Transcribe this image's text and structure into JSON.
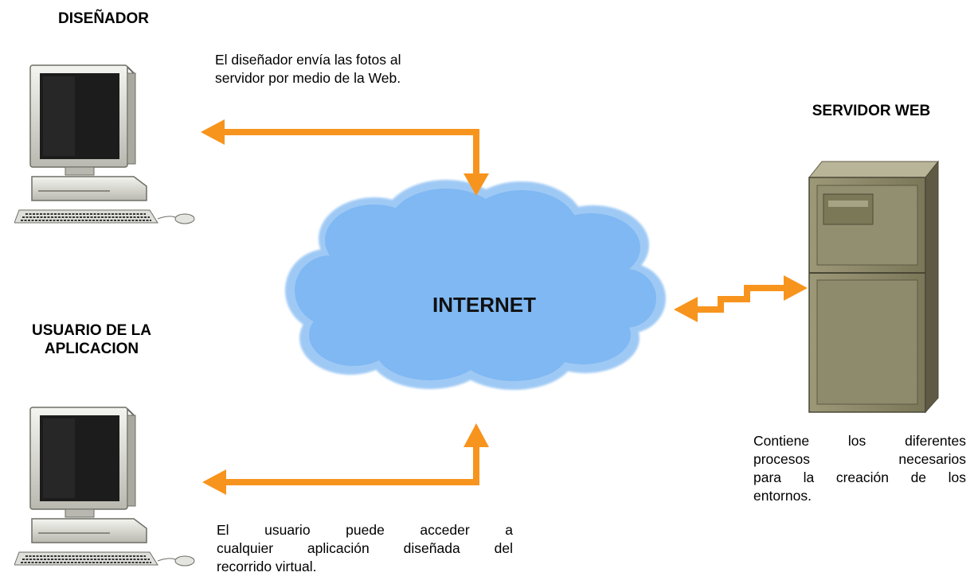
{
  "diagram": {
    "designer": {
      "title": "DISEÑADOR",
      "description_lines": [
        "El diseñador envía las fotos al",
        "servidor por medio de la Web."
      ]
    },
    "user": {
      "title_lines": [
        "USUARIO DE LA",
        "APLICACION"
      ],
      "description_lines": [
        "El usuario puede acceder a",
        "cualquier aplicación diseñada del",
        "recorrido virtual."
      ]
    },
    "server": {
      "title": "SERVIDOR WEB",
      "description_lines": [
        "Contiene los diferentes",
        "procesos necesarios",
        "para la creación de los",
        "entornos."
      ]
    },
    "cloud": {
      "label": "INTERNET"
    },
    "colors": {
      "arrow": "#f7941d",
      "cloud": "#7fb8f2",
      "server_body": "#8a8668",
      "monitor_screen": "#1c1c1c"
    },
    "icons": {
      "designer_computer": "desktop-computer-icon",
      "user_computer": "desktop-computer-icon",
      "server": "server-tower-icon",
      "cloud": "cloud-icon"
    }
  }
}
